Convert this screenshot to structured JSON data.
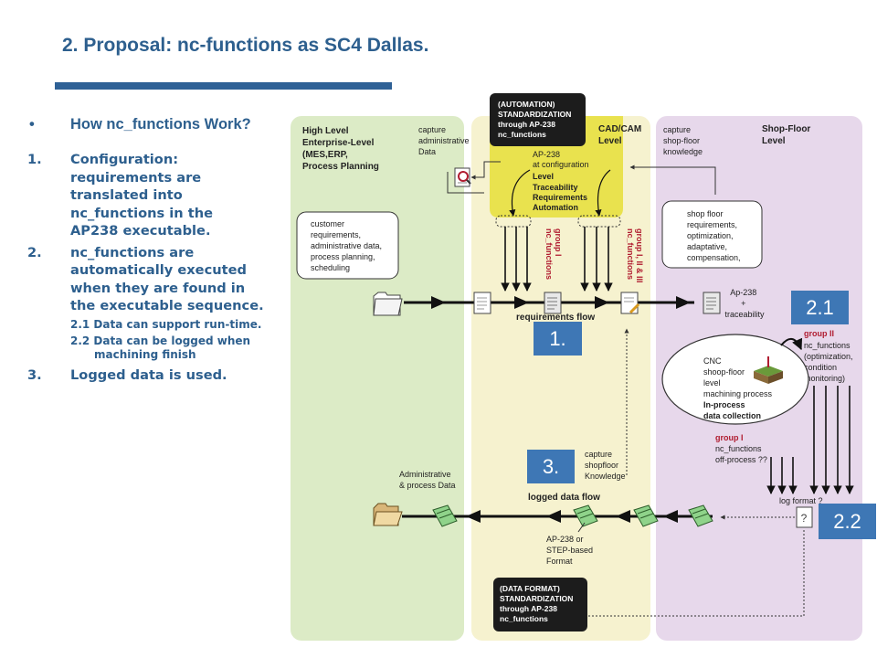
{
  "slide": {
    "title": "2. Proposal: nc-functions as SC4 Dallas."
  },
  "bullets": {
    "main": "How nc_functions Work?",
    "items": [
      {
        "num": "1.",
        "lines": [
          "Configuration:",
          "requirements are",
          "translated into",
          "nc_functions in the",
          "AP238 executable."
        ]
      },
      {
        "num": "2.",
        "lines": [
          "nc_functions are",
          "automatically executed",
          "when they are found in",
          "the executable sequence."
        ]
      },
      {
        "num": "3.",
        "lines": [
          "Logged data is used."
        ]
      }
    ],
    "sub": [
      "2.1 Data can support run-time.",
      "2.2 Data can be logged when",
      "machining finish"
    ]
  },
  "diagram": {
    "lanes": {
      "enterprise": [
        "High Level",
        "Enterprise-Level",
        "(MES,ERP,",
        "Process Planning"
      ],
      "cadcam": [
        "CAD/CAM",
        "Level"
      ],
      "shopfloor": [
        "Shop-Floor",
        "Level"
      ]
    },
    "capture_admin": [
      "capture",
      "administrative",
      "Data"
    ],
    "capture_shopfloor_knowledge": [
      "capture",
      "shop-floor",
      "knowledge"
    ],
    "automation_box": [
      "(AUTOMATION)",
      "STANDARDIZATION",
      "through AP-238",
      "nc_functions"
    ],
    "ap238_config": [
      "AP-238",
      "at configuration",
      "Level",
      "Traceability",
      "Requirements",
      "Automation"
    ],
    "customer_box": [
      "customer",
      "requirements,",
      "administrative data,",
      "process planning,",
      "scheduling"
    ],
    "shopfloor_req_box": [
      "shop floor",
      "requirements,",
      "optimization,",
      "adaptative,",
      "compensation,"
    ],
    "nc_group1_vertical": [
      "nc_functions",
      "group I"
    ],
    "nc_group123_vertical": [
      "nc_functions",
      "group I, II & III"
    ],
    "requirements_flow": "requirements flow",
    "ap238_trace": [
      "Ap-238",
      "+",
      "traceability"
    ],
    "group2": [
      "group II"
    ],
    "group2_desc": [
      "nc_functions",
      "(optimization,",
      "condition",
      "monitoring)"
    ],
    "cnc_ellipse": [
      "CNC",
      "shoop-floor",
      "level",
      "machining process"
    ],
    "cnc_ellipse_bold": [
      "In-process",
      "data collection"
    ],
    "group1": [
      "group I"
    ],
    "group1_desc": [
      "nc_functions",
      "off-process ??"
    ],
    "capture_shopfloor": [
      "capture",
      "shopfloor",
      "Knowledge"
    ],
    "admin_process_data": [
      "Administrative",
      "& process Data"
    ],
    "logged_data_flow": "logged data flow",
    "log_format": "log format ?",
    "step_format": [
      "AP-238 or",
      "STEP-based",
      "Format"
    ],
    "data_format_box": [
      "(DATA FORMAT)",
      "STANDARDIZATION",
      "through AP-238",
      "nc_functions"
    ]
  },
  "callouts": {
    "c1": "1.",
    "c21": "2.1",
    "c22": "2.2",
    "c3": "3."
  },
  "colors": {
    "title": "#2d5f8e",
    "rule": "#2f6196",
    "enterprise_lane": "#dcebc6",
    "cadcam_lane": "#f6f2cf",
    "shopfloor_lane": "#e7d8eb",
    "automation_yellow": "#e9e24e",
    "nc_red": "#b01c30",
    "callout": "#3e77b5"
  }
}
